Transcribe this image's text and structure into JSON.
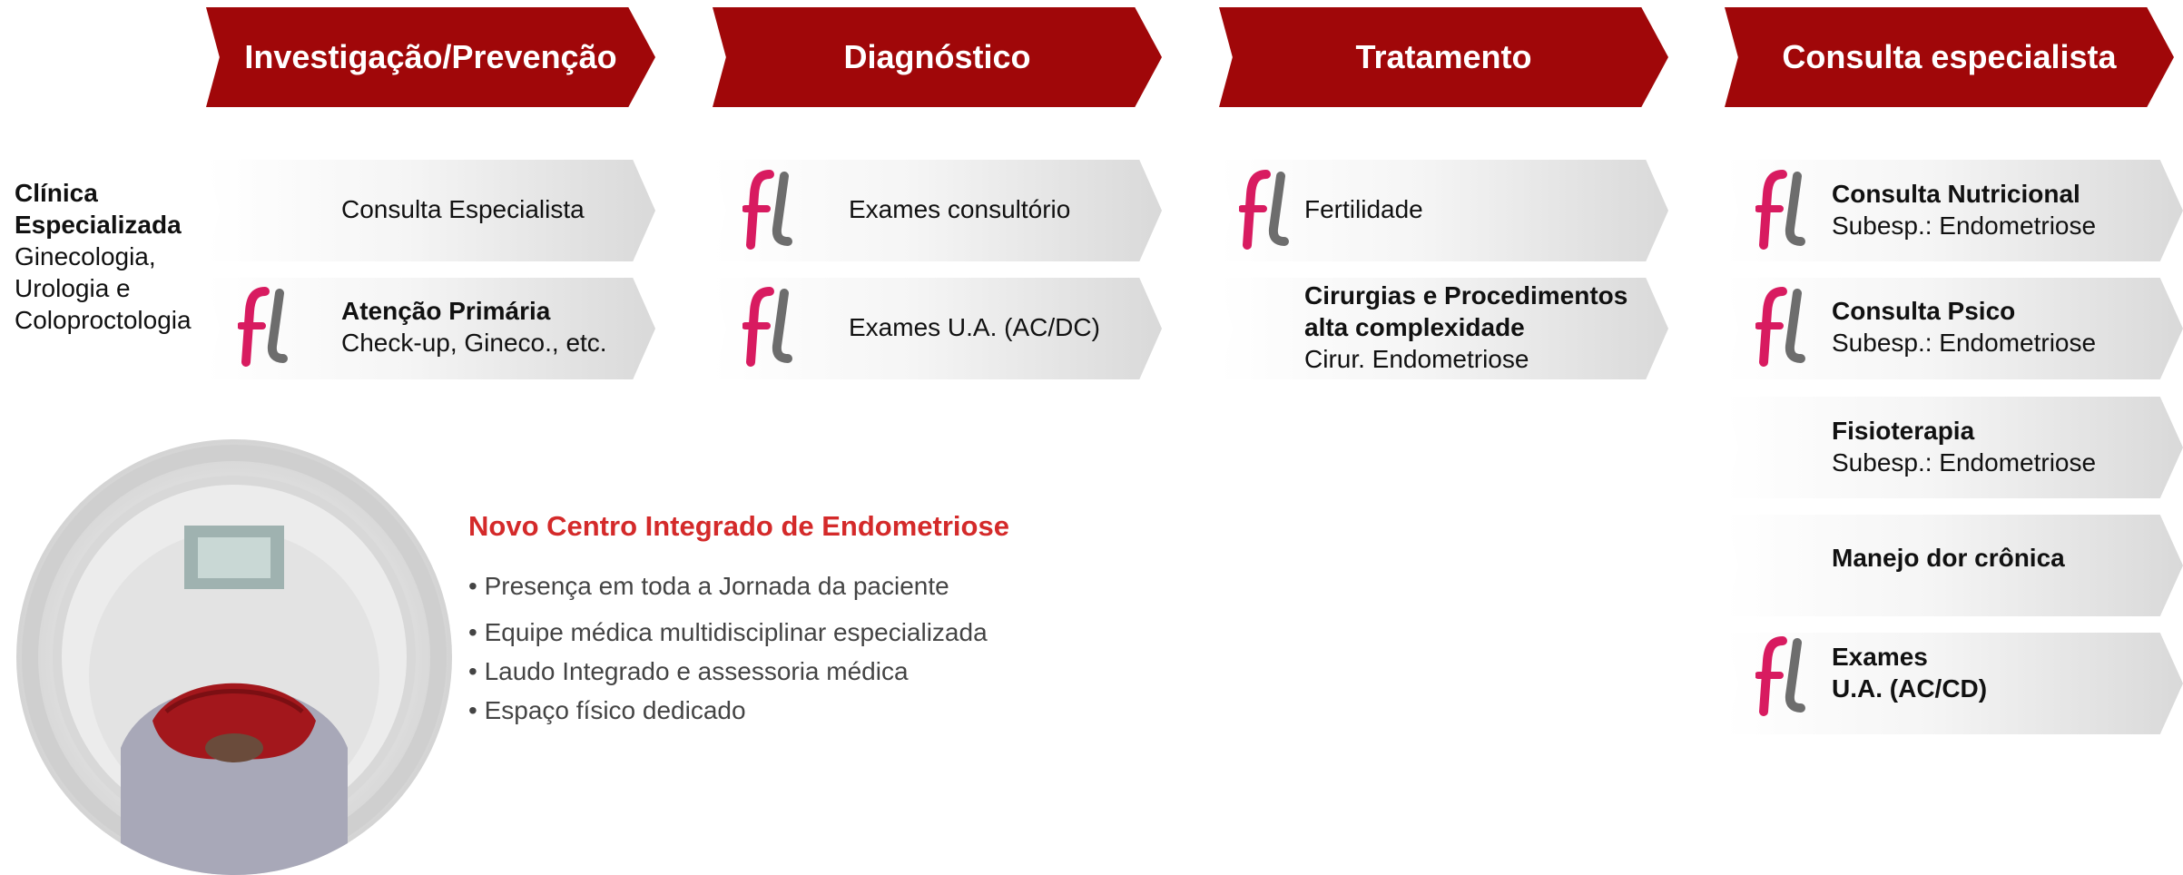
{
  "headers": [
    {
      "label": "Investigação/Prevenção"
    },
    {
      "label": "Diagnóstico"
    },
    {
      "label": "Tratamento"
    },
    {
      "label": "Consulta especialista"
    }
  ],
  "left_label": {
    "bold_lines": [
      "Clínica",
      "Especializada"
    ],
    "lines": [
      "Ginecologia,",
      "Urologia e",
      "Coloproctologia"
    ]
  },
  "col1": {
    "row1": {
      "text": "Consulta Especialista"
    },
    "row2": {
      "title": "Atenção Primária",
      "sub": "Check-up, Gineco., etc."
    }
  },
  "col2": {
    "row1": {
      "text": "Exames consultório"
    },
    "row2": {
      "text": "Exames U.A. (AC/DC)"
    }
  },
  "col3": {
    "row1": {
      "text": "Fertilidade"
    },
    "row2": {
      "title1": "Cirurgias e Procedimentos",
      "title2": "alta complexidade",
      "sub": "Cirur. Endometriose"
    }
  },
  "col4": [
    {
      "title": "Consulta Nutricional",
      "sub": "Subesp.: Endometriose"
    },
    {
      "title": "Consulta Psico",
      "sub": "Subesp.: Endometriose"
    },
    {
      "title": "Fisioterapia",
      "sub": "Subesp.: Endometriose"
    },
    {
      "title": "Manejo dor crônica"
    },
    {
      "title1": "Exames",
      "title2": "U.A. (AC/CD)"
    }
  ],
  "highlight": {
    "title": "Novo Centro Integrado de Endometriose",
    "bullets": [
      "• Presença em toda a Jornada da paciente",
      "• Equipe médica multidisciplinar especializada",
      "• Laudo Integrado e assessoria médica",
      "• Espaço físico dedicado"
    ]
  },
  "colors": {
    "header_red": "#a00709",
    "logo_pink": "#d81b60",
    "logo_gray": "#6d6d6d",
    "title_red": "#d42a2a"
  },
  "icons": [
    "fl-logo-icon"
  ]
}
